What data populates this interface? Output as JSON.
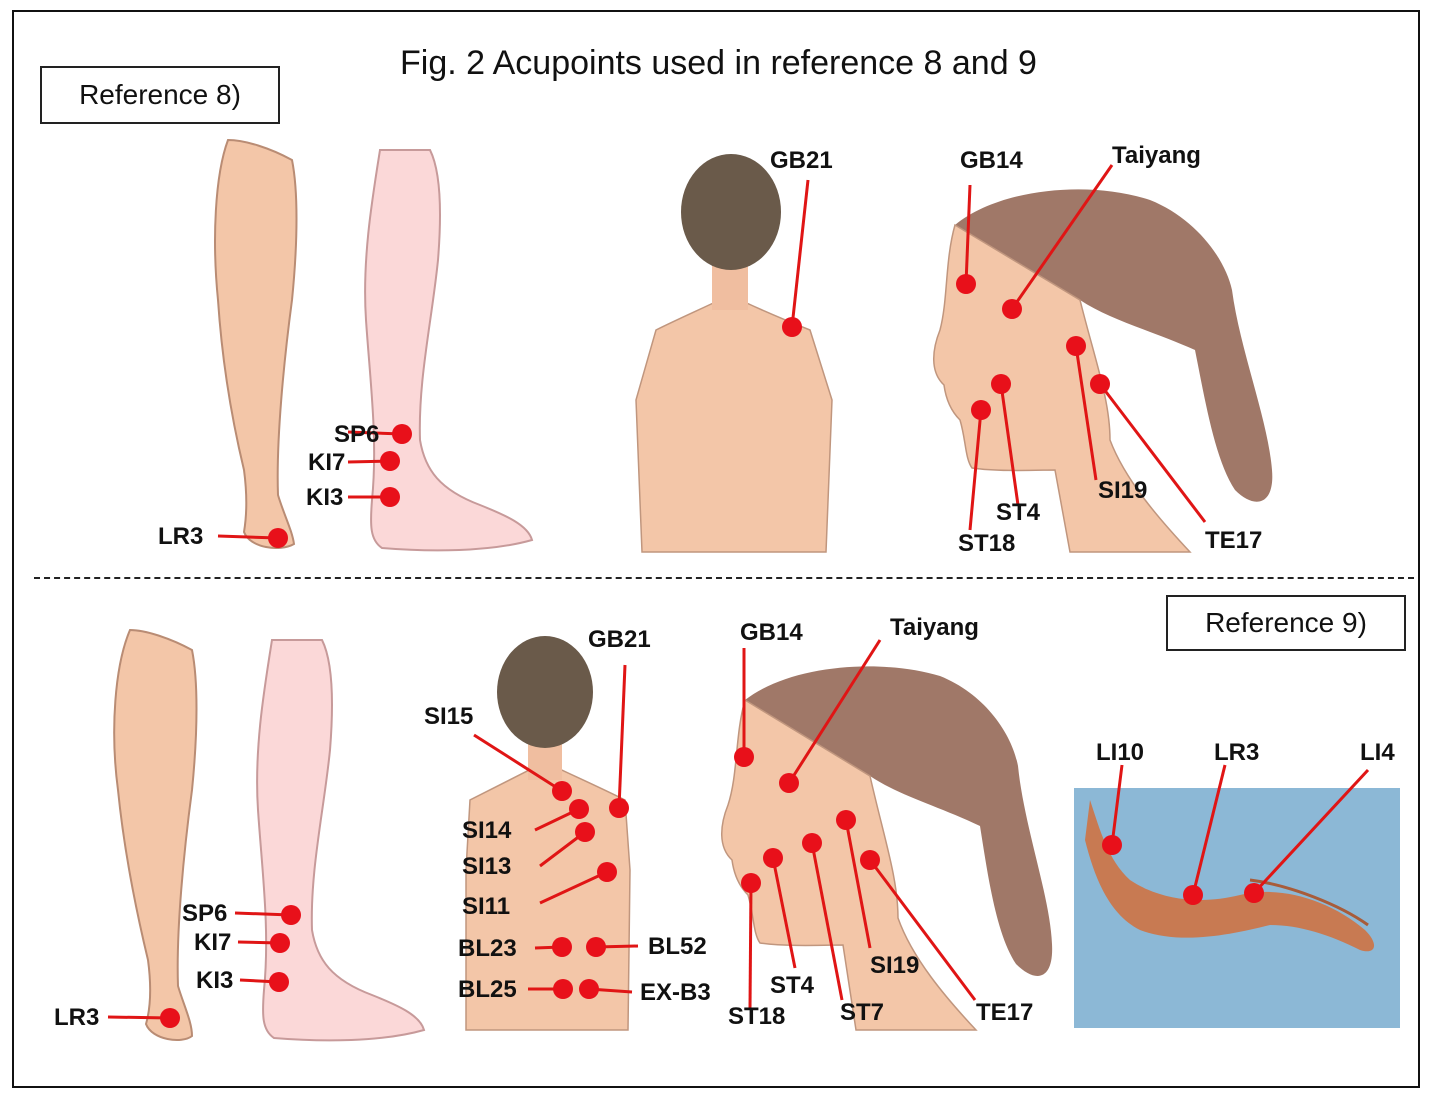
{
  "title": "Fig. 2  Acupoints used in reference 8 and 9",
  "reference_8": {
    "label": "Reference 8)",
    "leg_points": [
      "SP6",
      "KI7",
      "KI3",
      "LR3"
    ],
    "back_points": [
      "GB21"
    ],
    "head_points": [
      "GB14",
      "Taiyang",
      "ST4",
      "ST18",
      "SI19",
      "TE17"
    ]
  },
  "reference_9": {
    "label": "Reference 9)",
    "leg_points": [
      "SP6",
      "KI7",
      "KI3",
      "LR3"
    ],
    "back_points": [
      "GB21",
      "SI15",
      "SI14",
      "SI13",
      "SI11",
      "BL23",
      "BL52",
      "BL25",
      "EX-B3"
    ],
    "head_points": [
      "GB14",
      "Taiyang",
      "ST4",
      "ST18",
      "ST7",
      "SI19",
      "TE17"
    ],
    "arm_points": [
      "LI10",
      "LR3",
      "LI4"
    ]
  },
  "colors": {
    "point": "#e8101a",
    "line": "#e01515",
    "skin": "#f3c6a8",
    "pink_skin": "#fbd8d8",
    "hair": "#a07868",
    "back_hair": "#6a5a4a",
    "photo_bg": "#8cb8d6"
  }
}
